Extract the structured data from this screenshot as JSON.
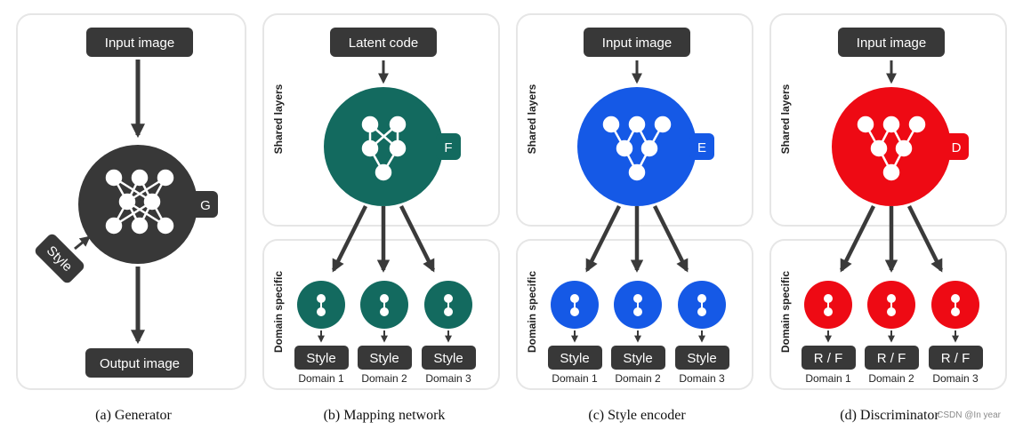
{
  "colors": {
    "generator": "#383838",
    "mapping": "#136a5f",
    "encoder": "#1559e6",
    "discriminator": "#ee0a14",
    "tag_bg": "#383838",
    "arrow": "#3a3a3a",
    "panel_border": "#e6e6e6"
  },
  "generator": {
    "input_label": "Input image",
    "output_label": "Output image",
    "network_letter": "G",
    "style_label": "Style",
    "caption": "(a) Generator"
  },
  "mapping": {
    "input_label": "Latent code",
    "network_letter": "F",
    "shared_label": "Shared layers",
    "domain_label": "Domain specific",
    "outputs": [
      "Style",
      "Style",
      "Style"
    ],
    "domains": [
      "Domain 1",
      "Domain 2",
      "Domain 3"
    ],
    "caption": "(b) Mapping network"
  },
  "encoder": {
    "input_label": "Input image",
    "network_letter": "E",
    "shared_label": "Shared layers",
    "domain_label": "Domain specific",
    "outputs": [
      "Style",
      "Style",
      "Style"
    ],
    "domains": [
      "Domain 1",
      "Domain 2",
      "Domain 3"
    ],
    "caption": "(c) Style encoder"
  },
  "discriminator": {
    "input_label": "Input image",
    "network_letter": "D",
    "shared_label": "Shared layers",
    "domain_label": "Domain specific",
    "outputs": [
      "R / F",
      "R / F",
      "R / F"
    ],
    "domains": [
      "Domain 1",
      "Domain 2",
      "Domain 3"
    ],
    "caption": "(d) Discriminator"
  },
  "watermark": "CSDN @In year"
}
